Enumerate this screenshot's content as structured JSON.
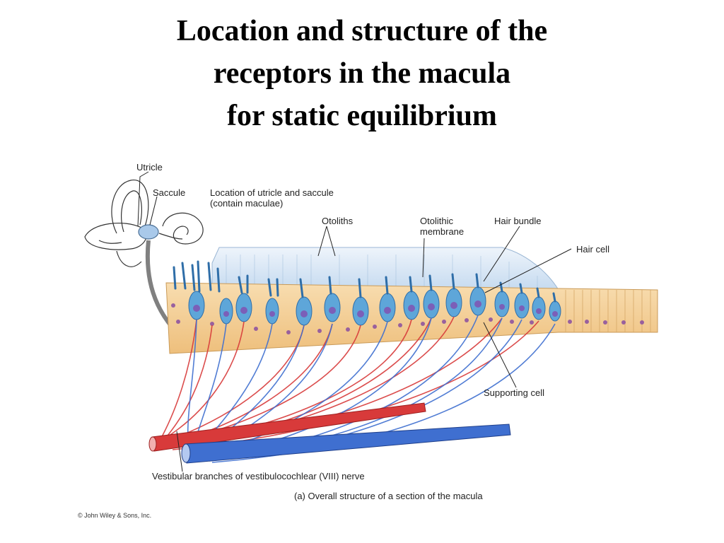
{
  "title": {
    "line1": "Location and structure of the",
    "line2": "receptors in the macula",
    "line3": "for static equilibrium"
  },
  "labels": {
    "utricle": "Utricle",
    "saccule": "Saccule",
    "location_line1": "Location of utricle and saccule",
    "location_line2": "(contain maculae)",
    "otoliths": "Otoliths",
    "otolithic_line1": "Otolithic",
    "otolithic_line2": "membrane",
    "hair_bundle": "Hair bundle",
    "hair_cell": "Hair cell",
    "supporting_cell": "Supporting cell",
    "nerve": "Vestibular branches of vestibulocochlear (VIII) nerve",
    "caption": "(a) Overall structure of a section of the macula",
    "copyright": "© John Wiley & Sons, Inc."
  },
  "colors": {
    "otolithic_membrane": "#c9dcef",
    "epithelium": "#f4cf96",
    "hair_cell": "#5ea6d9",
    "nucleus": "#7b5fb8",
    "nerve_red": "#d83a3a",
    "nerve_blue": "#3f6fd0"
  }
}
